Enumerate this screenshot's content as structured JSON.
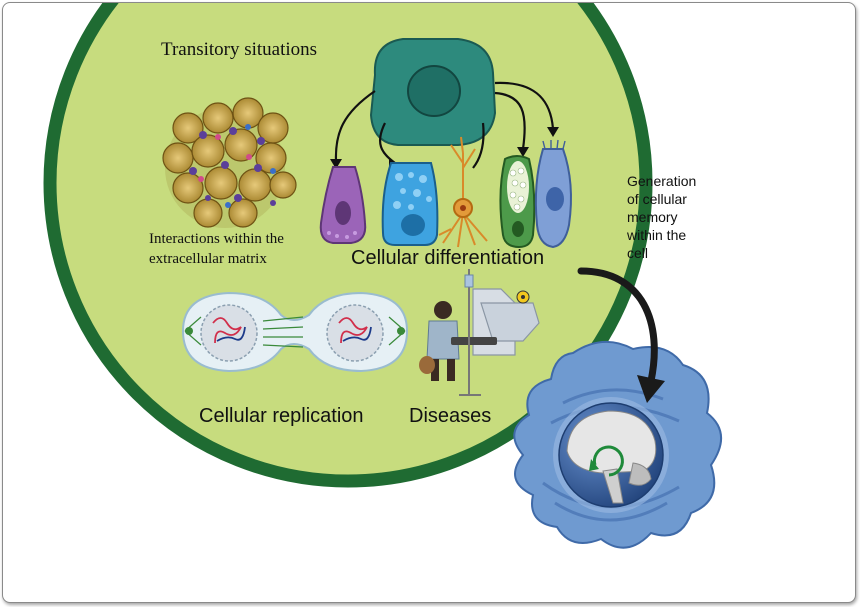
{
  "labels": {
    "transitory": "Transitory situations",
    "matrix_line1": "Interactions within the",
    "matrix_line2": "extracellular matrix",
    "differentiation": "Cellular differentiation",
    "replication": "Cellular replication",
    "diseases": "Diseases",
    "memory_line1": "Generation",
    "memory_line2": "of cellular",
    "memory_line3": "memory",
    "memory_line4": "within the",
    "memory_line5": "cell"
  },
  "colors": {
    "circle_fill": "#c7dc7e",
    "circle_ring": "#1f6b32",
    "stem_cell": "#2d8a7d",
    "stem_nucleus": "#1f6f65",
    "memory_cell": "#6f9ad0",
    "nucleus_sphere": "#3e6cad"
  },
  "icons": {
    "stem_cell": "stem-cell-icon",
    "purple_cell": "goblet-cell-icon",
    "blue_cell": "secretory-cell-icon",
    "neuron": "neuron-icon",
    "green_cell": "vacuolated-cell-icon",
    "ciliated_cell": "ciliated-cell-icon",
    "matrix": "extracellular-matrix-icon",
    "dividing_cell": "dividing-cell-icon",
    "patient": "patient-icon",
    "radiotherapy": "radiotherapy-machine-icon",
    "memory_cell": "memory-cell-icon",
    "brain": "brain-icon"
  }
}
